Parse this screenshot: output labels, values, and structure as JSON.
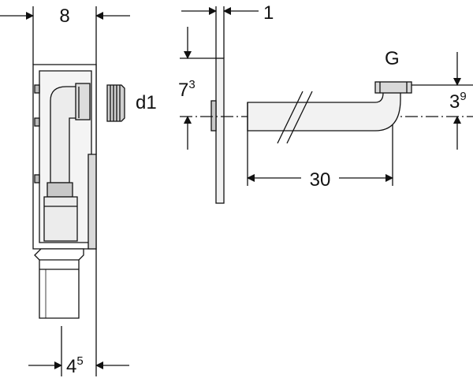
{
  "diagram": {
    "width_label": "8",
    "connector_label": "d1",
    "bottom_label": {
      "base": "4",
      "sup": "5"
    },
    "plate_thickness_label": "1",
    "offset_label": {
      "base": "7",
      "sup": "3"
    },
    "thread_label": "G",
    "elbow_height_label": {
      "base": "3",
      "sup": "9"
    },
    "pipe_length_label": "30"
  },
  "colors": {
    "line": "#111111",
    "fill_light": "#f2f2f2",
    "fill_mid": "#d9d9d9",
    "fill_dark": "#b3b3b3",
    "background": "#ffffff"
  }
}
